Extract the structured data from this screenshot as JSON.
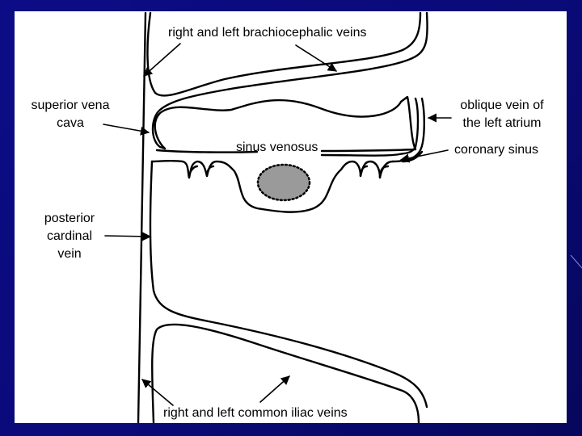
{
  "labels": {
    "brachiocephalic": "right and left brachiocephalic veins",
    "svc_line1": "superior vena",
    "svc_line2": "cava",
    "oblique_line1": "oblique vein of",
    "oblique_line2": "the left atrium",
    "sinus_venosus": "sinus venosus",
    "coronary_sinus": "coronary sinus",
    "pcv_line1": "posterior",
    "pcv_line2": "cardinal",
    "pcv_line3": "vein",
    "iliac": "right and left common iliac veins"
  },
  "colors": {
    "background": "#0c0c86",
    "panel": "#ffffff",
    "stroke": "#000000",
    "blob_fill": "#9a9a9a"
  }
}
